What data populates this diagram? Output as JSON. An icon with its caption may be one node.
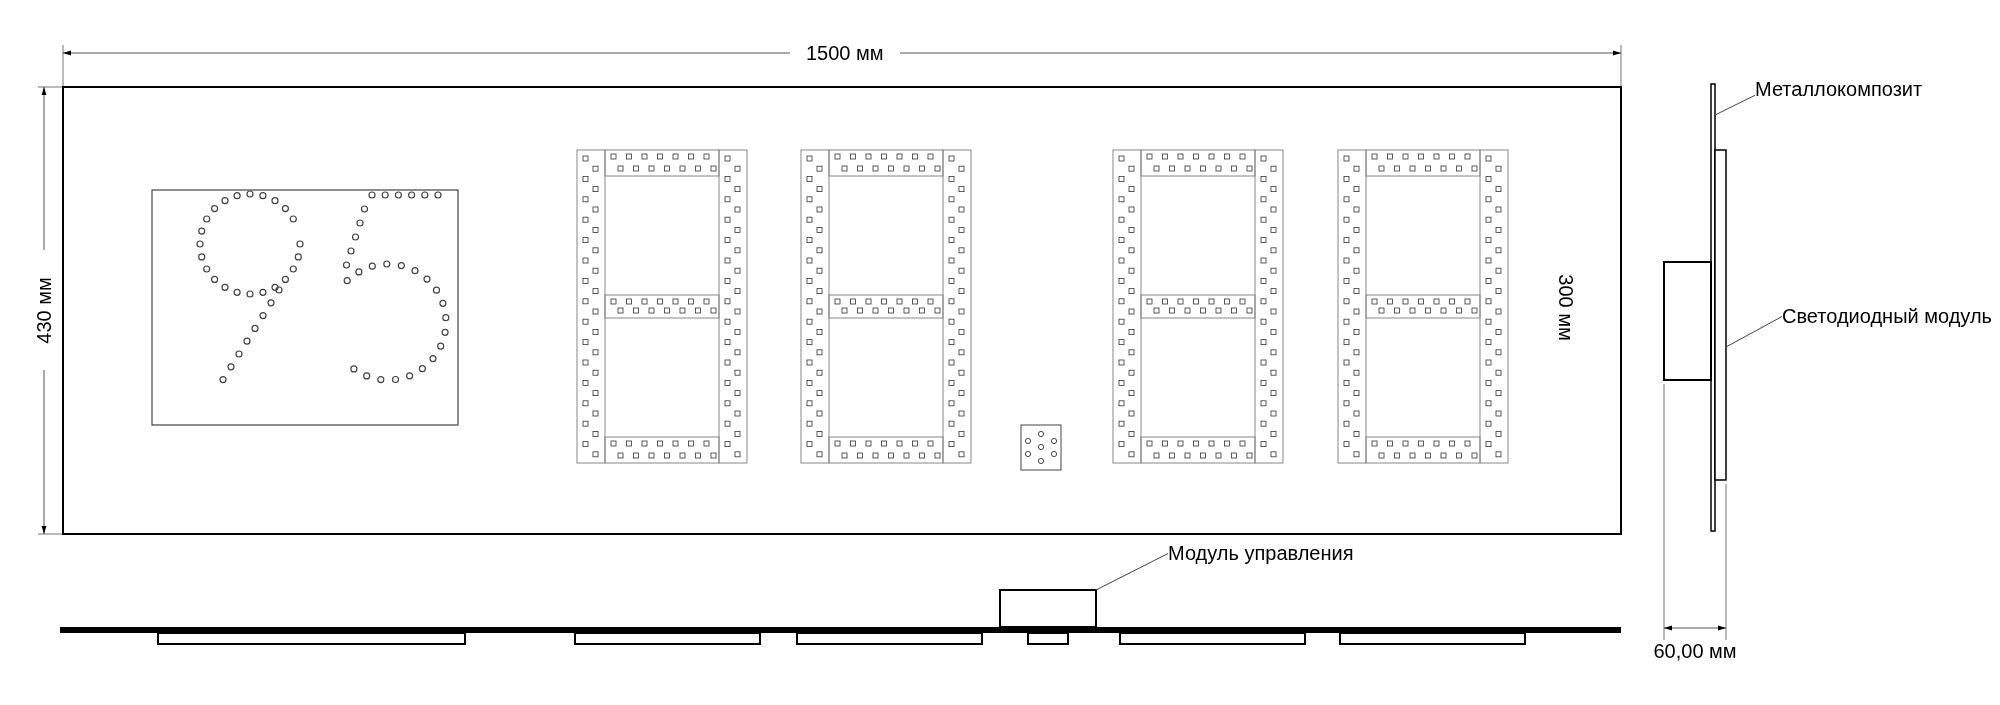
{
  "diagram": {
    "nodes": [
      {
        "text": [
          "Металлокомпозит"
        ]
      },
      {
        "text": [],
        "shape": "bar"
      },
      {
        "text": [
          "Светодиодный модуль"
        ]
      },
      {
        "text": [],
        "shape": "bar"
      },
      {
        "text": [
          "Модуль управления"
        ]
      },
      {
        "text": [],
        "shape": "box"
      },
      {
        "text": [],
        "shape": "box"
      }
    ],
    "edges": [
      {
        "from": 0,
        "to": 1,
        "arrow": "none"
      },
      {
        "from": 2,
        "to": 3,
        "arrow": "none"
      },
      {
        "from": 4,
        "to": 5,
        "arrow": "none"
      }
    ],
    "labels": [
      "1500 мм",
      "430 мм",
      "300 мм",
      "60,00 мм"
    ]
  }
}
